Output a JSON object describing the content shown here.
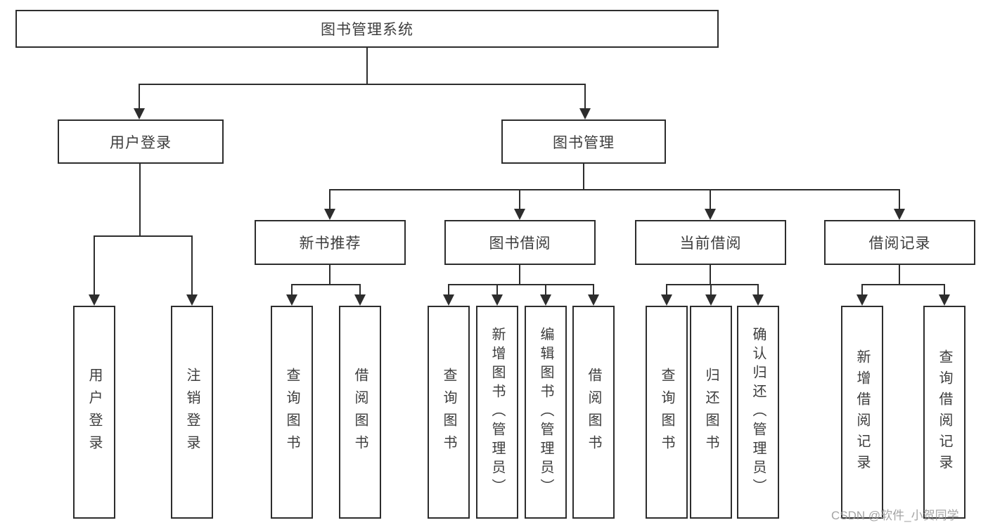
{
  "title": "图书管理系统",
  "watermark": {
    "text": "CSDN @软件_小贺同学"
  },
  "colors": {
    "line": "#2d2d2d",
    "box_border": "#2d2d2d",
    "text": "#3d3d3d",
    "watermark": "#949494",
    "background": "#ffffff"
  },
  "tree": {
    "root": {
      "label": "图书管理系统",
      "children": [
        {
          "label": "用户登录",
          "children": [
            {
              "label": "用户登录"
            },
            {
              "label": "注销登录"
            }
          ]
        },
        {
          "label": "图书管理",
          "children": [
            {
              "label": "新书推荐",
              "children": [
                {
                  "label": "查询图书"
                },
                {
                  "label": "借阅图书"
                }
              ]
            },
            {
              "label": "图书借阅",
              "children": [
                {
                  "label": "查询图书"
                },
                {
                  "label": "新增图书（管理员）"
                },
                {
                  "label": "编辑图书（管理员）"
                },
                {
                  "label": "借阅图书"
                }
              ]
            },
            {
              "label": "当前借阅",
              "children": [
                {
                  "label": "查询图书"
                },
                {
                  "label": "归还图书"
                },
                {
                  "label": "确认归还（管理员）"
                }
              ]
            },
            {
              "label": "借阅记录",
              "children": [
                {
                  "label": "新增借阅记录"
                },
                {
                  "label": "查询借阅记录"
                }
              ]
            }
          ]
        }
      ]
    }
  }
}
